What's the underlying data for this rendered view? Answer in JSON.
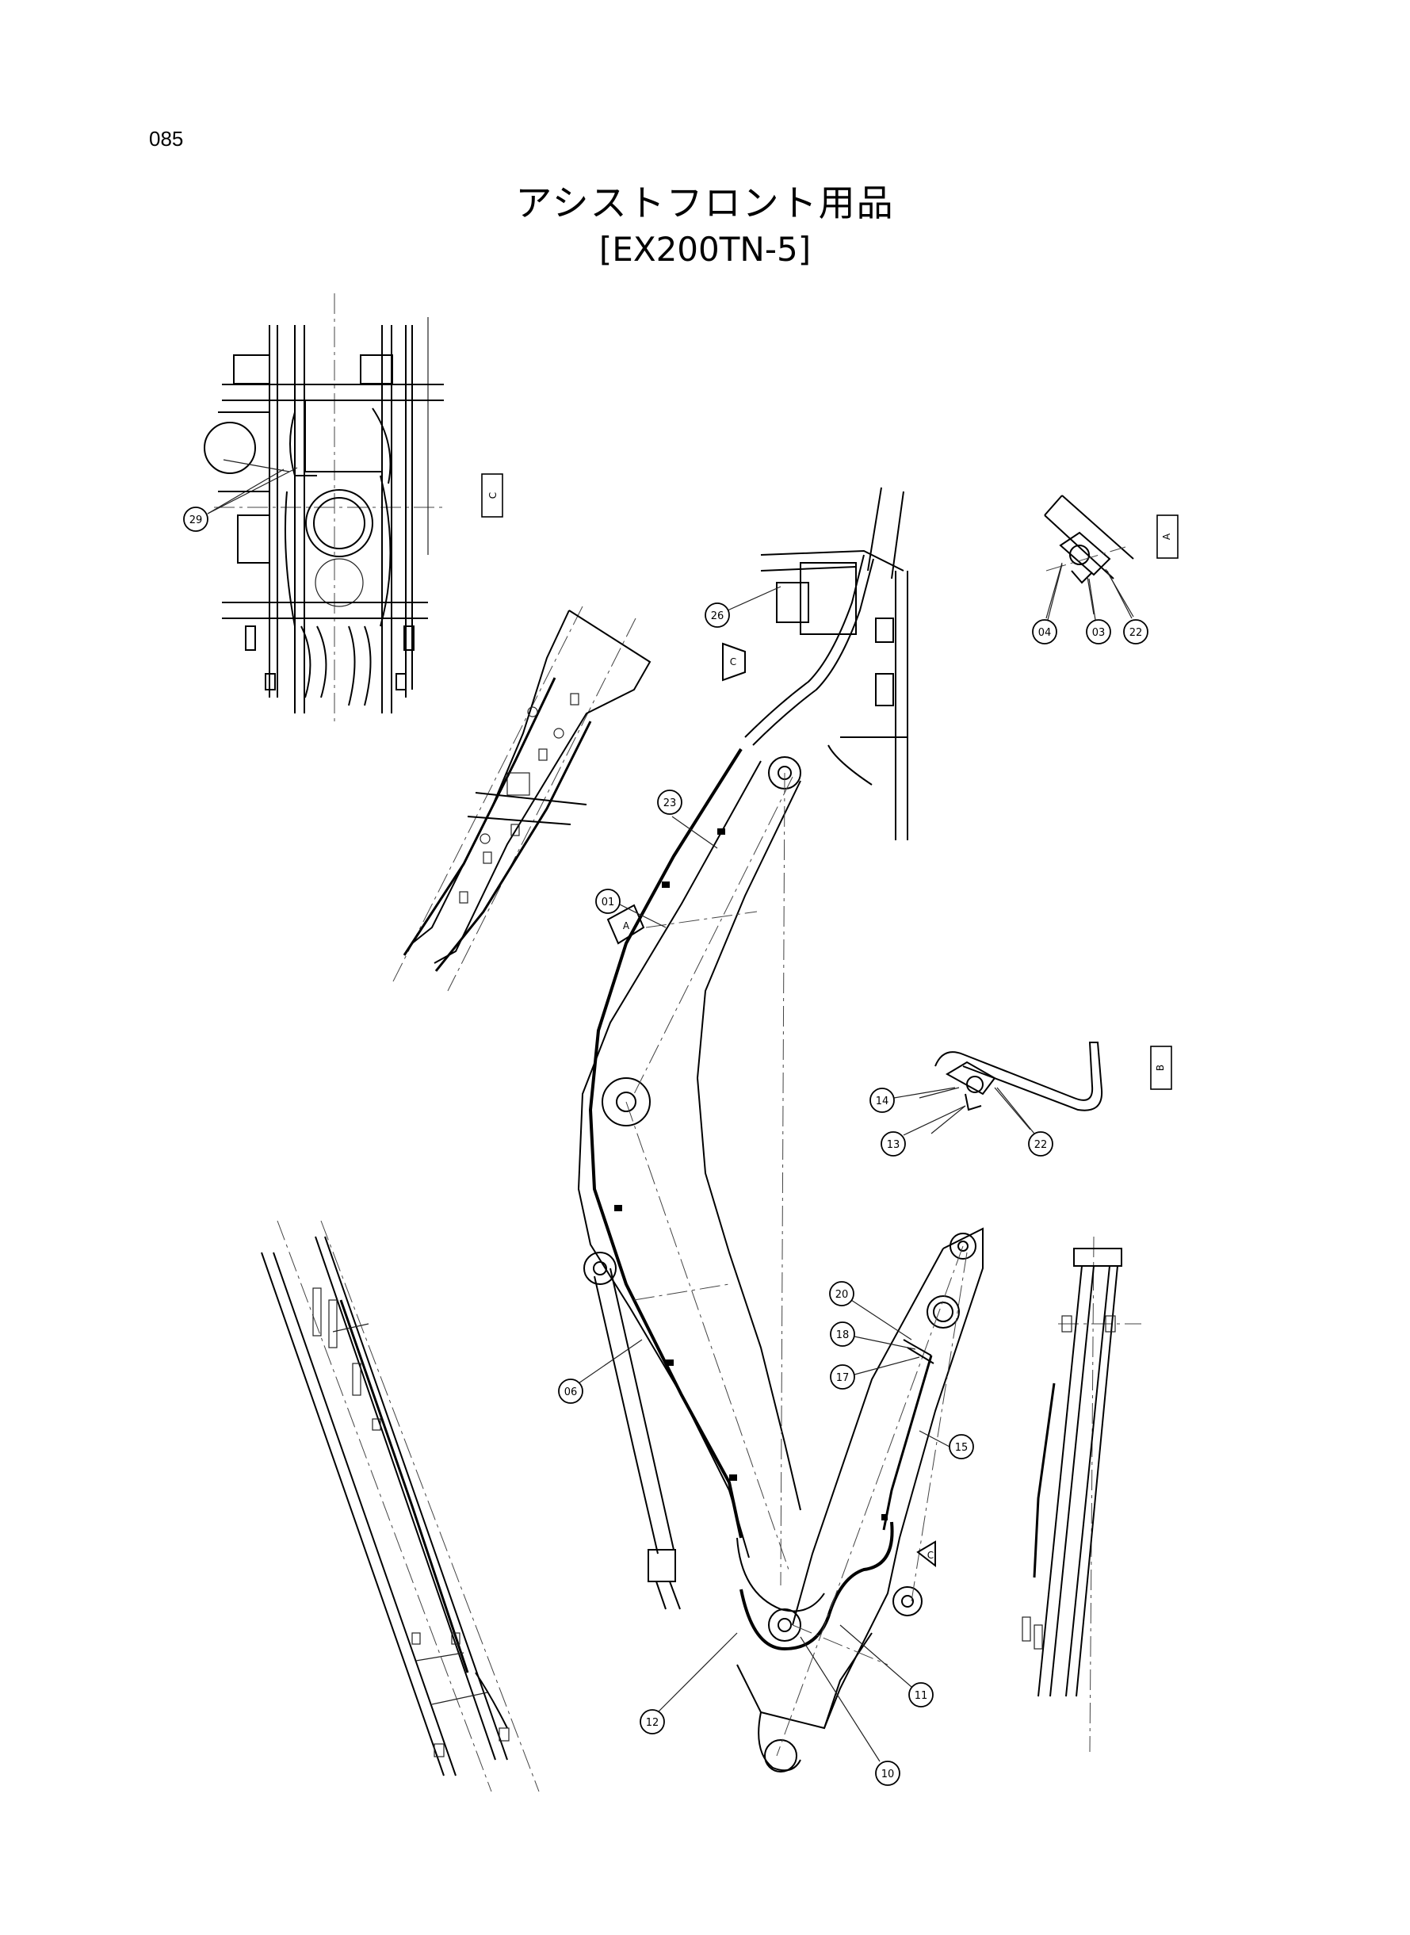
{
  "page": {
    "number": "085"
  },
  "title": {
    "japanese": "アシストフロント用品",
    "model": "[EX200TN-5]"
  },
  "callouts": {
    "c01": "01",
    "c03": "03",
    "c04": "04",
    "c06": "06",
    "c10": "10",
    "c11": "11",
    "c12": "12",
    "c13": "13",
    "c14": "14",
    "c15": "15",
    "c17": "17",
    "c18": "18",
    "c20": "20",
    "c22a": "22",
    "c22b": "22",
    "c23": "23",
    "c26": "26",
    "c29": "29"
  },
  "views": {
    "view_c": "C",
    "section_a": "A",
    "section_b": "B",
    "arrow_a": "A",
    "arrow_c1": "C",
    "arrow_c2": "C"
  }
}
